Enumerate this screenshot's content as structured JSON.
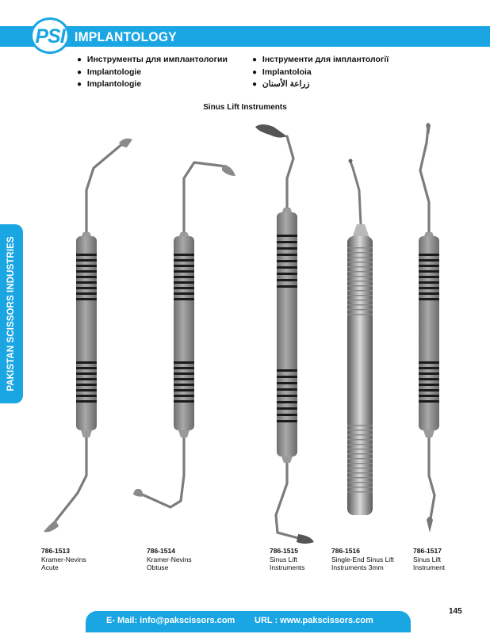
{
  "header": {
    "logo_text": "PSI",
    "title": "IMPLANTOLOGY"
  },
  "languages": {
    "col1": [
      "Инструменты для имплантологии",
      "Implantologie",
      "Implantologie"
    ],
    "col2": [
      "Інструменти для імплантології",
      "Implantoloia",
      "زراعة الأسنان"
    ],
    "bullet": "●"
  },
  "section_title": "Sinus Lift Instruments",
  "side_tab": "PAKISTAN SCISSORS INDUSTRIES",
  "instruments": [
    {
      "code": "786-1513",
      "line1": "Kramer-Nevins",
      "line2": "Acute"
    },
    {
      "code": "786-1514",
      "line1": "Kramer-Nevins",
      "line2": "Obtuse"
    },
    {
      "code": "786-1515",
      "line1": "Sinus Lift",
      "line2": "Instruments"
    },
    {
      "code": "786-1516",
      "line1": "Single-End Sinus Lift",
      "line2": "Instruments 3mm"
    },
    {
      "code": "786-1517",
      "line1": "Sinus Lift",
      "line2": "Instrument"
    }
  ],
  "footer": {
    "email": "E- Mail: info@pakscissors.com",
    "url": "URL  :  www.pakscissors.com",
    "page_number": "145"
  },
  "colors": {
    "brand_blue": "#1aa6e3",
    "handle_gray": "#8e8e8e",
    "grip_black": "#1a1a1a"
  }
}
